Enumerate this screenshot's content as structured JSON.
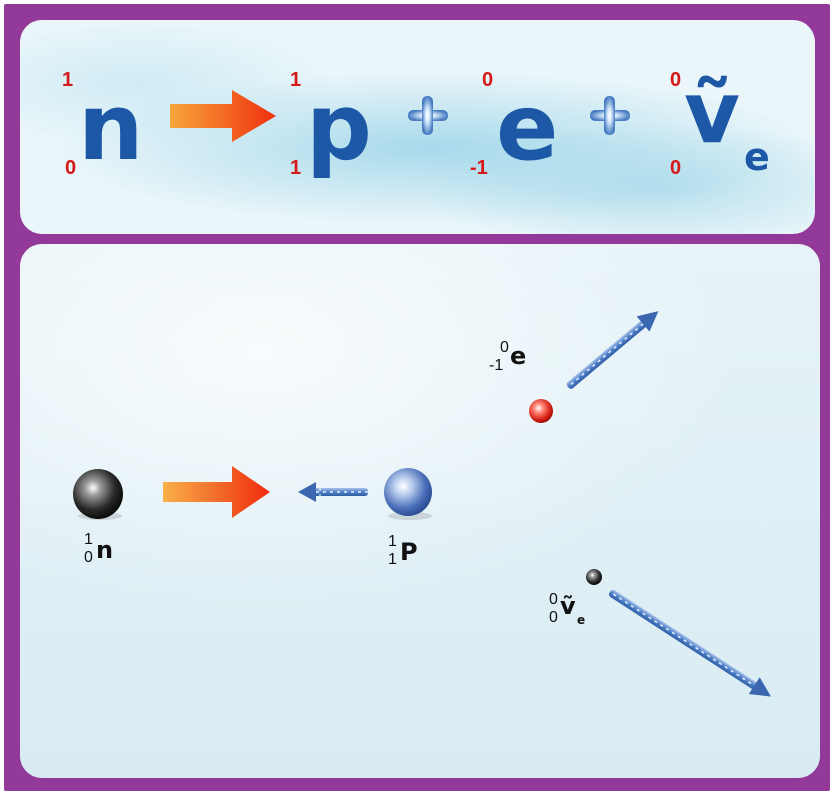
{
  "equation": {
    "neutron": {
      "symbol": "n",
      "mass": "1",
      "charge": "0"
    },
    "proton": {
      "symbol": "p",
      "mass": "1",
      "charge": "1"
    },
    "electron": {
      "symbol": "e",
      "mass": "0",
      "charge": "-1"
    },
    "antineutrino": {
      "symbol": "ṽ",
      "subscript": "e",
      "mass": "0",
      "charge": "0"
    }
  },
  "diagram": {
    "neutron": {
      "symbol": "n",
      "mass": "1",
      "charge": "0"
    },
    "proton": {
      "symbol": "P",
      "mass": "1",
      "charge": "1"
    },
    "electron": {
      "symbol": "e",
      "mass": "0",
      "charge": "-1"
    },
    "antineutrino": {
      "symbol": "ṽ",
      "subscript": "e",
      "mass": "0",
      "charge": "0"
    }
  },
  "colors": {
    "frame": "#93399a",
    "symbol_blue": "#1c58a6",
    "number_red": "#d51a1a",
    "reaction_arrow": "#f04418",
    "momentum_arrow": "#4d7fc7"
  }
}
